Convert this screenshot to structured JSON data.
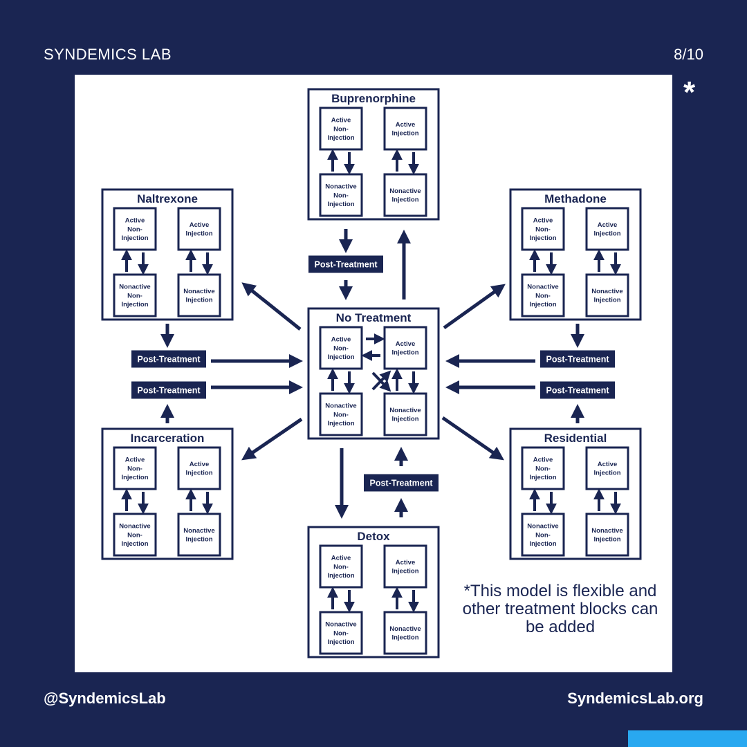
{
  "header": {
    "brand": "SYNDEMICS LAB",
    "page": "8/10",
    "marker": "*"
  },
  "footer": {
    "handle": "@SyndemicsLab",
    "site": "SyndemicsLab.org"
  },
  "colors": {
    "background": "#1a2552",
    "panel": "#ffffff",
    "ink": "#1a2552",
    "accent": "#29a8f0"
  },
  "diagram": {
    "post_treatment_label": "Post-Treatment",
    "state_labels": {
      "active_non_injection": [
        "Active",
        "Non-",
        "Injection"
      ],
      "active_injection": [
        "Active",
        "Injection"
      ],
      "nonactive_non_injection": [
        "Nonactive",
        "Non-",
        "Injection"
      ],
      "nonactive_injection": [
        "Nonactive",
        "Injection"
      ]
    },
    "blocks": [
      {
        "id": "buprenorphine",
        "title": "Buprenorphine"
      },
      {
        "id": "naltrexone",
        "title": "Naltrexone"
      },
      {
        "id": "methadone",
        "title": "Methadone"
      },
      {
        "id": "no-treatment",
        "title": "No Treatment"
      },
      {
        "id": "incarceration",
        "title": "Incarceration"
      },
      {
        "id": "residential",
        "title": "Residential"
      },
      {
        "id": "detox",
        "title": "Detox"
      }
    ],
    "footnote": "*This model is flexible and other treatment blocks can be added"
  }
}
